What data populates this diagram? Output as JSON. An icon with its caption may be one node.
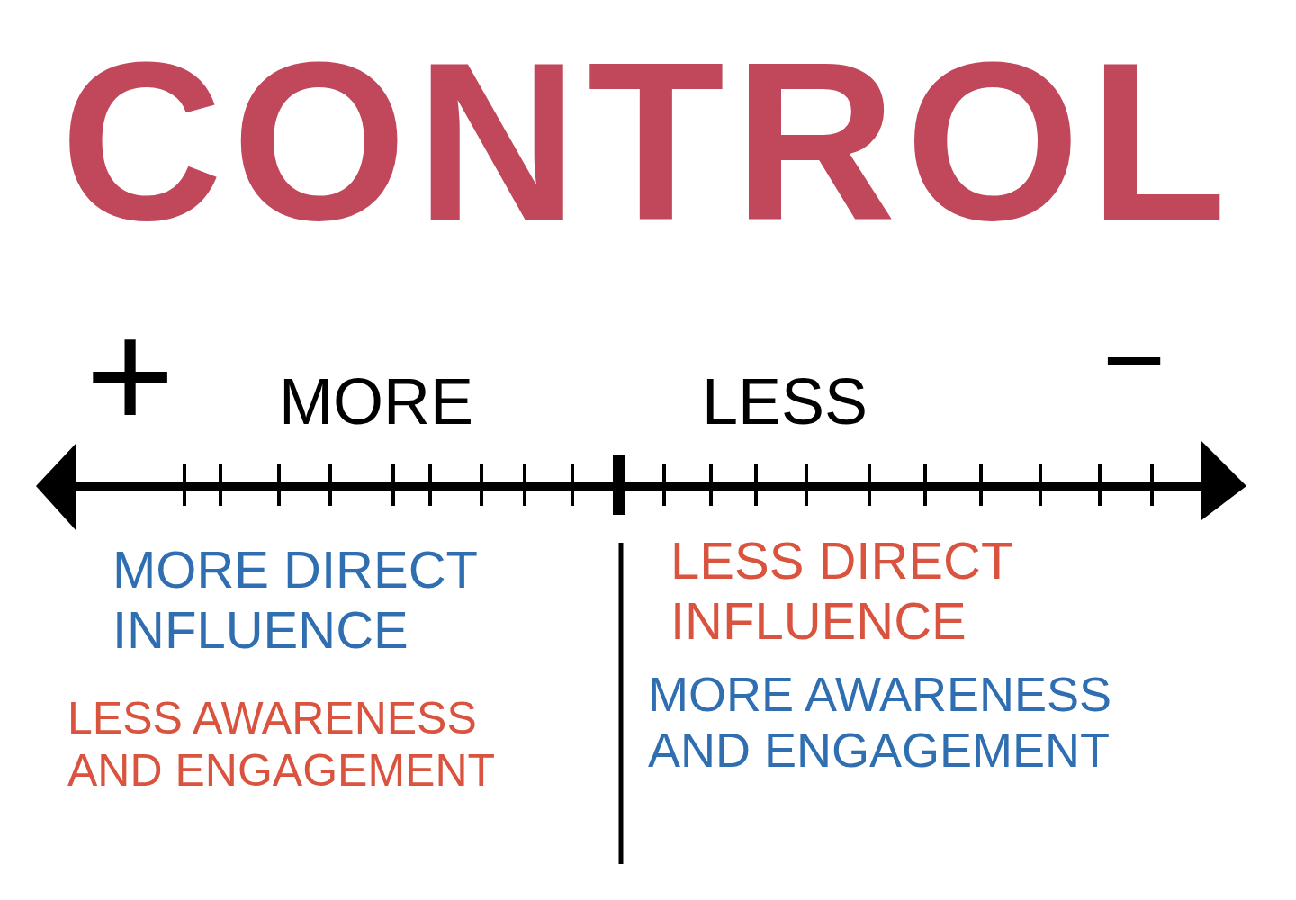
{
  "diagram": {
    "title": "CONTROL",
    "labels": [
      "+",
      "MORE",
      "LESS",
      "−",
      "MORE DIRECT INFLUENCE",
      "LESS AWARENESS AND ENGAGEMENT",
      "LESS DIRECT INFLUENCE",
      "MORE AWARENESS AND ENGAGEMENT"
    ]
  }
}
